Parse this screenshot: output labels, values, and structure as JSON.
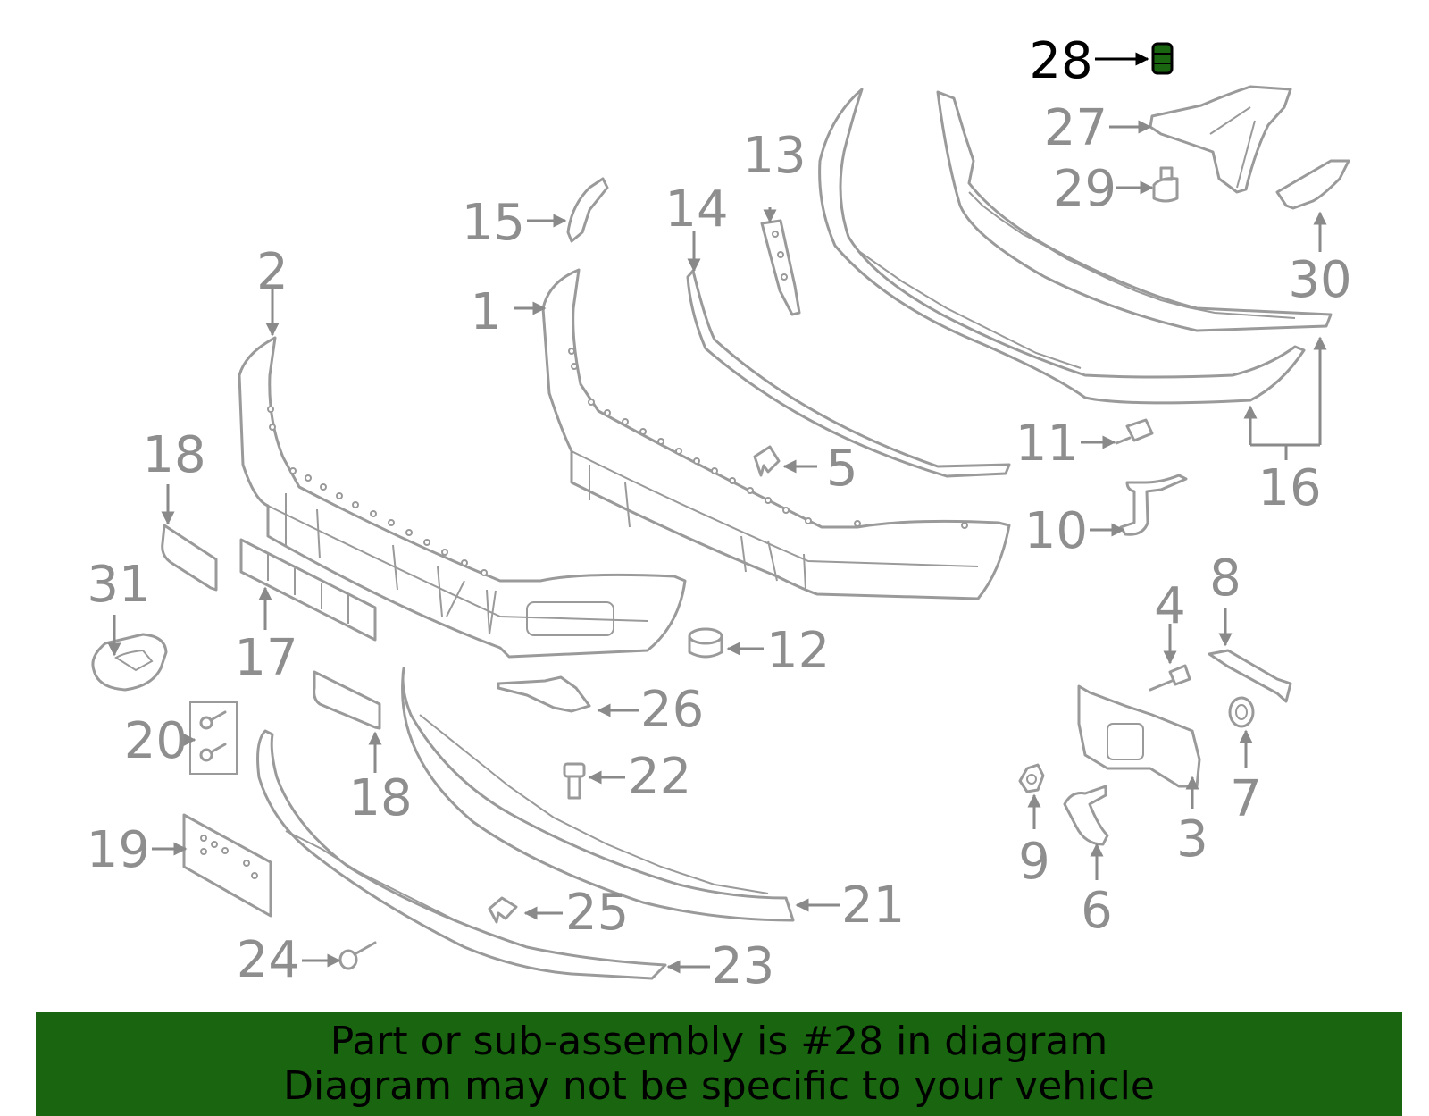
{
  "highlight": {
    "callout": "28",
    "color": "#1a6610"
  },
  "callouts": [
    "1",
    "2",
    "3",
    "4",
    "5",
    "6",
    "7",
    "8",
    "9",
    "10",
    "11",
    "12",
    "13",
    "14",
    "15",
    "16",
    "17",
    "18",
    "18",
    "19",
    "20",
    "21",
    "22",
    "23",
    "24",
    "25",
    "26",
    "27",
    "29",
    "30",
    "31"
  ],
  "banner": {
    "line1": "Part or sub-assembly is #28 in diagram",
    "line2": "Diagram may not be specific to your vehicle"
  }
}
